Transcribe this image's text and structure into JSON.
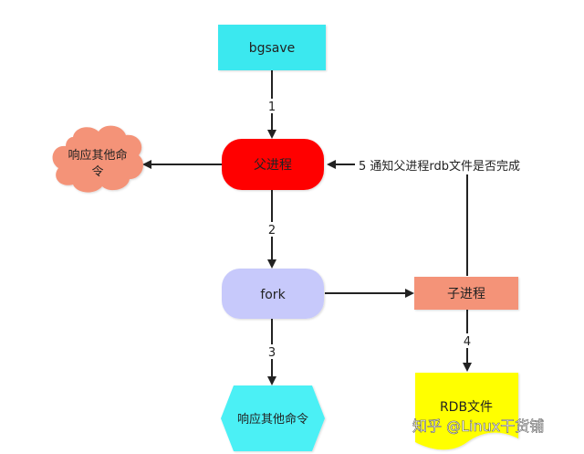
{
  "nodes": {
    "bgsave": {
      "label": "bgsave",
      "color": "#3ae8ef"
    },
    "parent": {
      "label": "父进程",
      "color": "#ff0000"
    },
    "respond_cloud": {
      "label_line1": "响应其他命",
      "label_line2": "令",
      "color": "#f49378"
    },
    "fork": {
      "label": "fork",
      "color": "#c7c9fb"
    },
    "child": {
      "label": "子进程",
      "color": "#f49378"
    },
    "respond_hex": {
      "label": "响应其他命令",
      "color": "#4cf0f5"
    },
    "rdb_file": {
      "label": "RDB文件",
      "color": "#ffff00"
    }
  },
  "edges": {
    "step1": "1",
    "step2": "2",
    "step3": "3",
    "step4": "4",
    "step5": "5 通知父进程rdb文件是否完成"
  },
  "watermark": "知乎 @Linux干货铺"
}
